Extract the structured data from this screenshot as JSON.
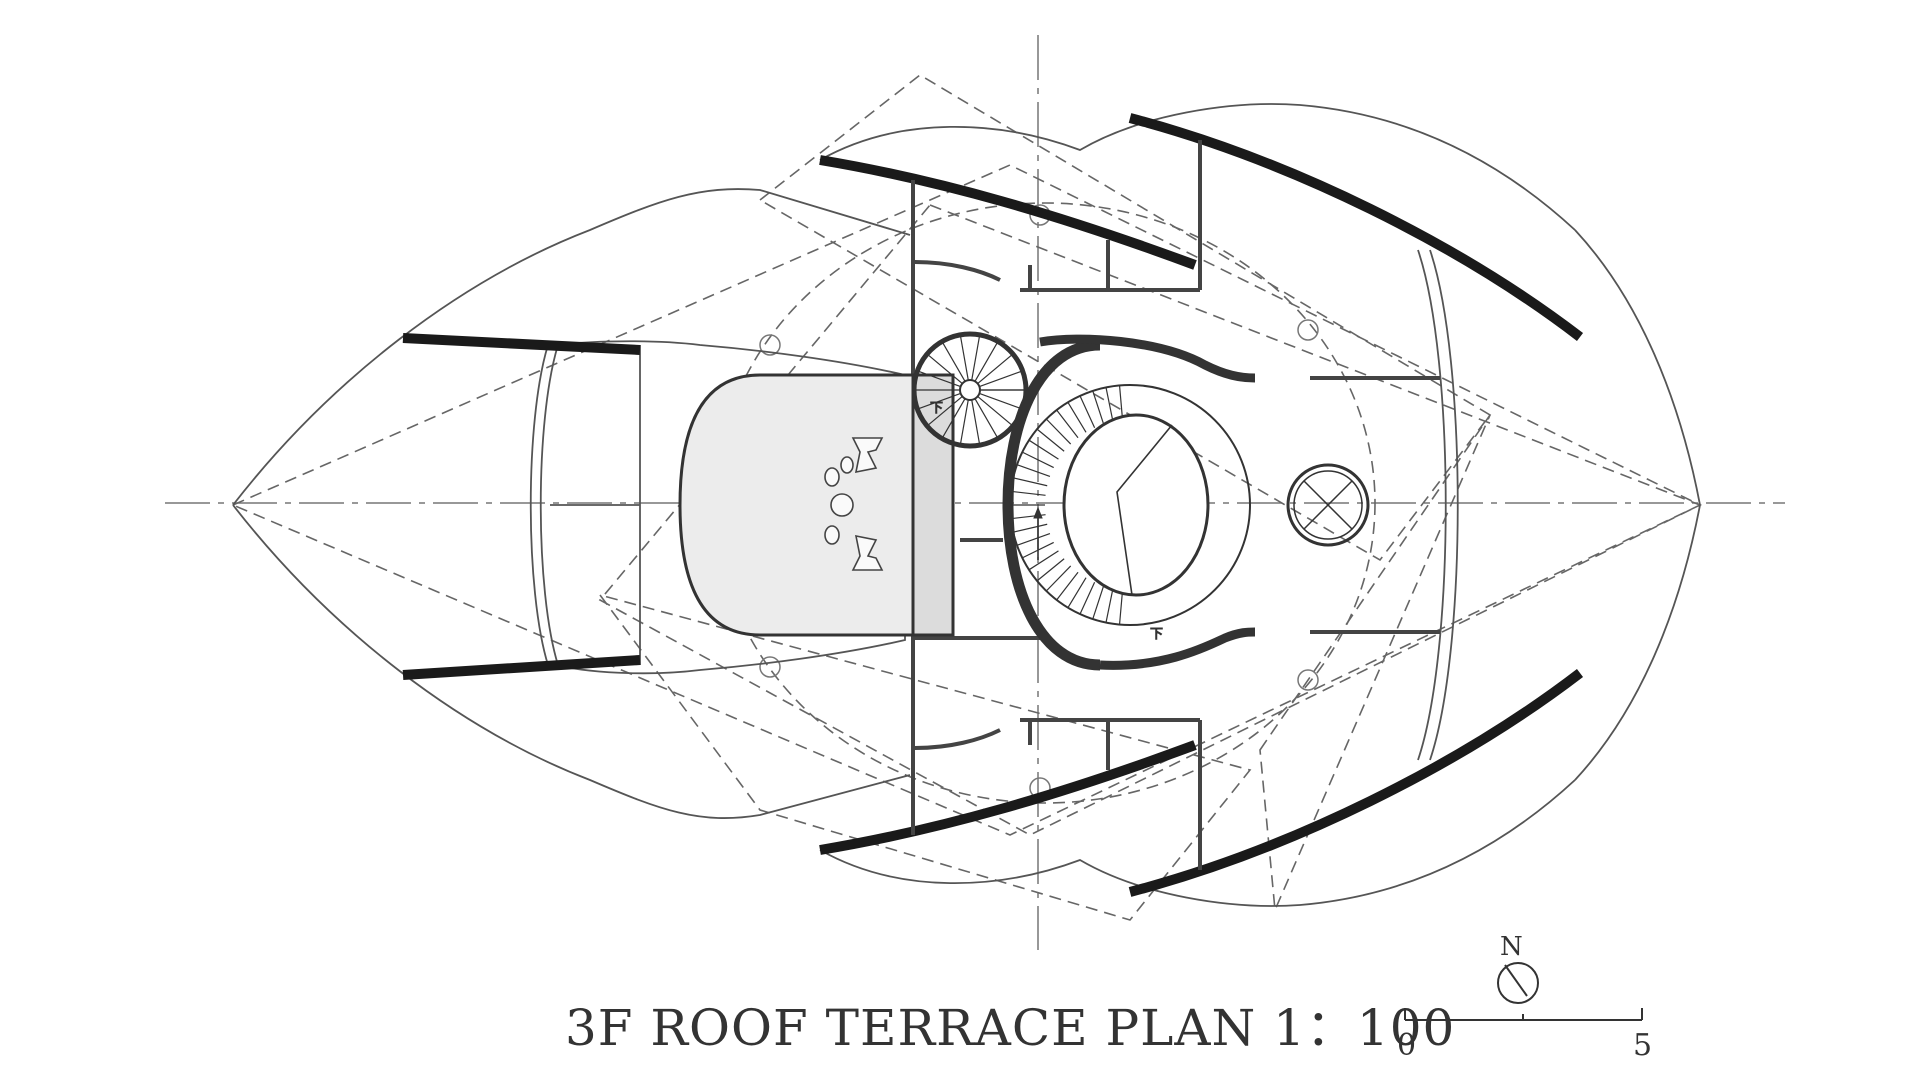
{
  "title": "3F ROOF TERRACE PLAN 1：100",
  "scale_bar": {
    "start_label": "0",
    "end_label": "5"
  },
  "north_arrow": {
    "label": "N"
  },
  "stair_labels": {
    "spiral_stair": "下",
    "main_stair": "下"
  },
  "colors": {
    "line": "#555555",
    "wall": "#1a1a1a",
    "floor_fill": "#ececec",
    "background": "#ffffff"
  }
}
